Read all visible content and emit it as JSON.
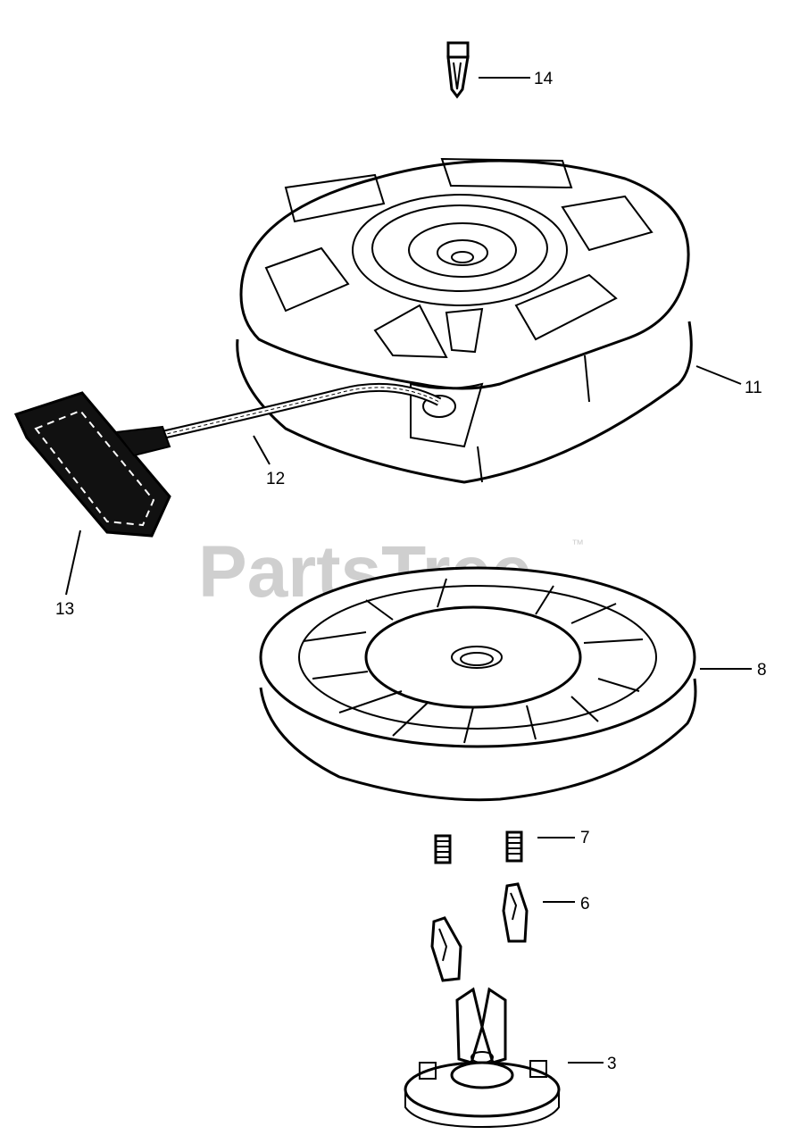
{
  "watermark": {
    "text": "PartsTree",
    "trademark": "™"
  },
  "callouts": {
    "part_14": "14",
    "part_11": "11",
    "part_12": "12",
    "part_13": "13",
    "part_8": "8",
    "part_7": "7",
    "part_6": "6",
    "part_3": "3"
  }
}
